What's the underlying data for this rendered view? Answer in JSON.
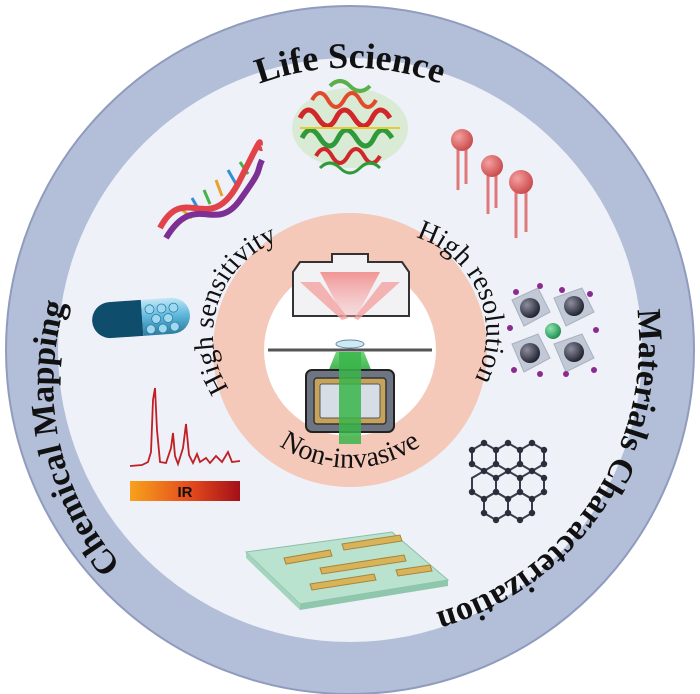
{
  "outer_labels": {
    "top": "Life Science",
    "left": "Chemical Mapping",
    "right": "Materials Characterization"
  },
  "inner_labels": {
    "left": "High sensitivity",
    "right": "High resolution",
    "bottom": "Non-invasive"
  },
  "spectrum_label": "IR",
  "colors": {
    "outer_ring": "#b3bfd9",
    "inner_disk": "#eef1f8",
    "center_ring": "#f5c9ba",
    "center_core": "#ffffff"
  }
}
